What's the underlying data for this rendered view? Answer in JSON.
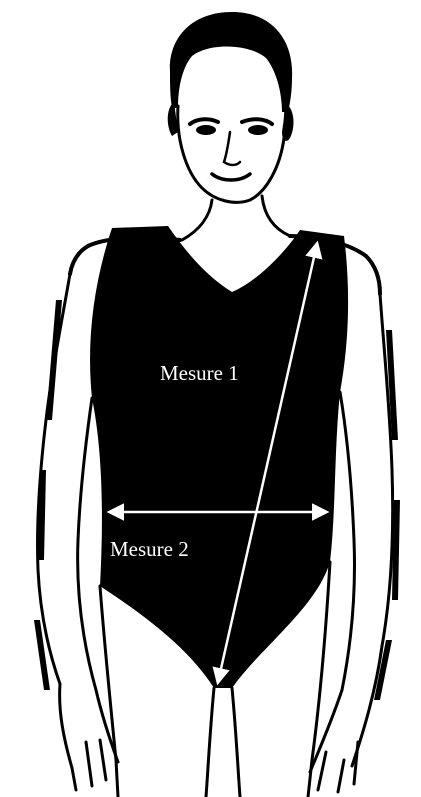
{
  "illustration": {
    "subject": "figure-in-leotard",
    "colors": {
      "ink": "#000000",
      "paper": "#ffffff",
      "annotation": "#ffffff"
    }
  },
  "measurements": [
    {
      "label": "Mesure 1",
      "icon": "double-arrow-diagonal"
    },
    {
      "label": "Mesure 2",
      "icon": "double-arrow-horizontal"
    }
  ]
}
